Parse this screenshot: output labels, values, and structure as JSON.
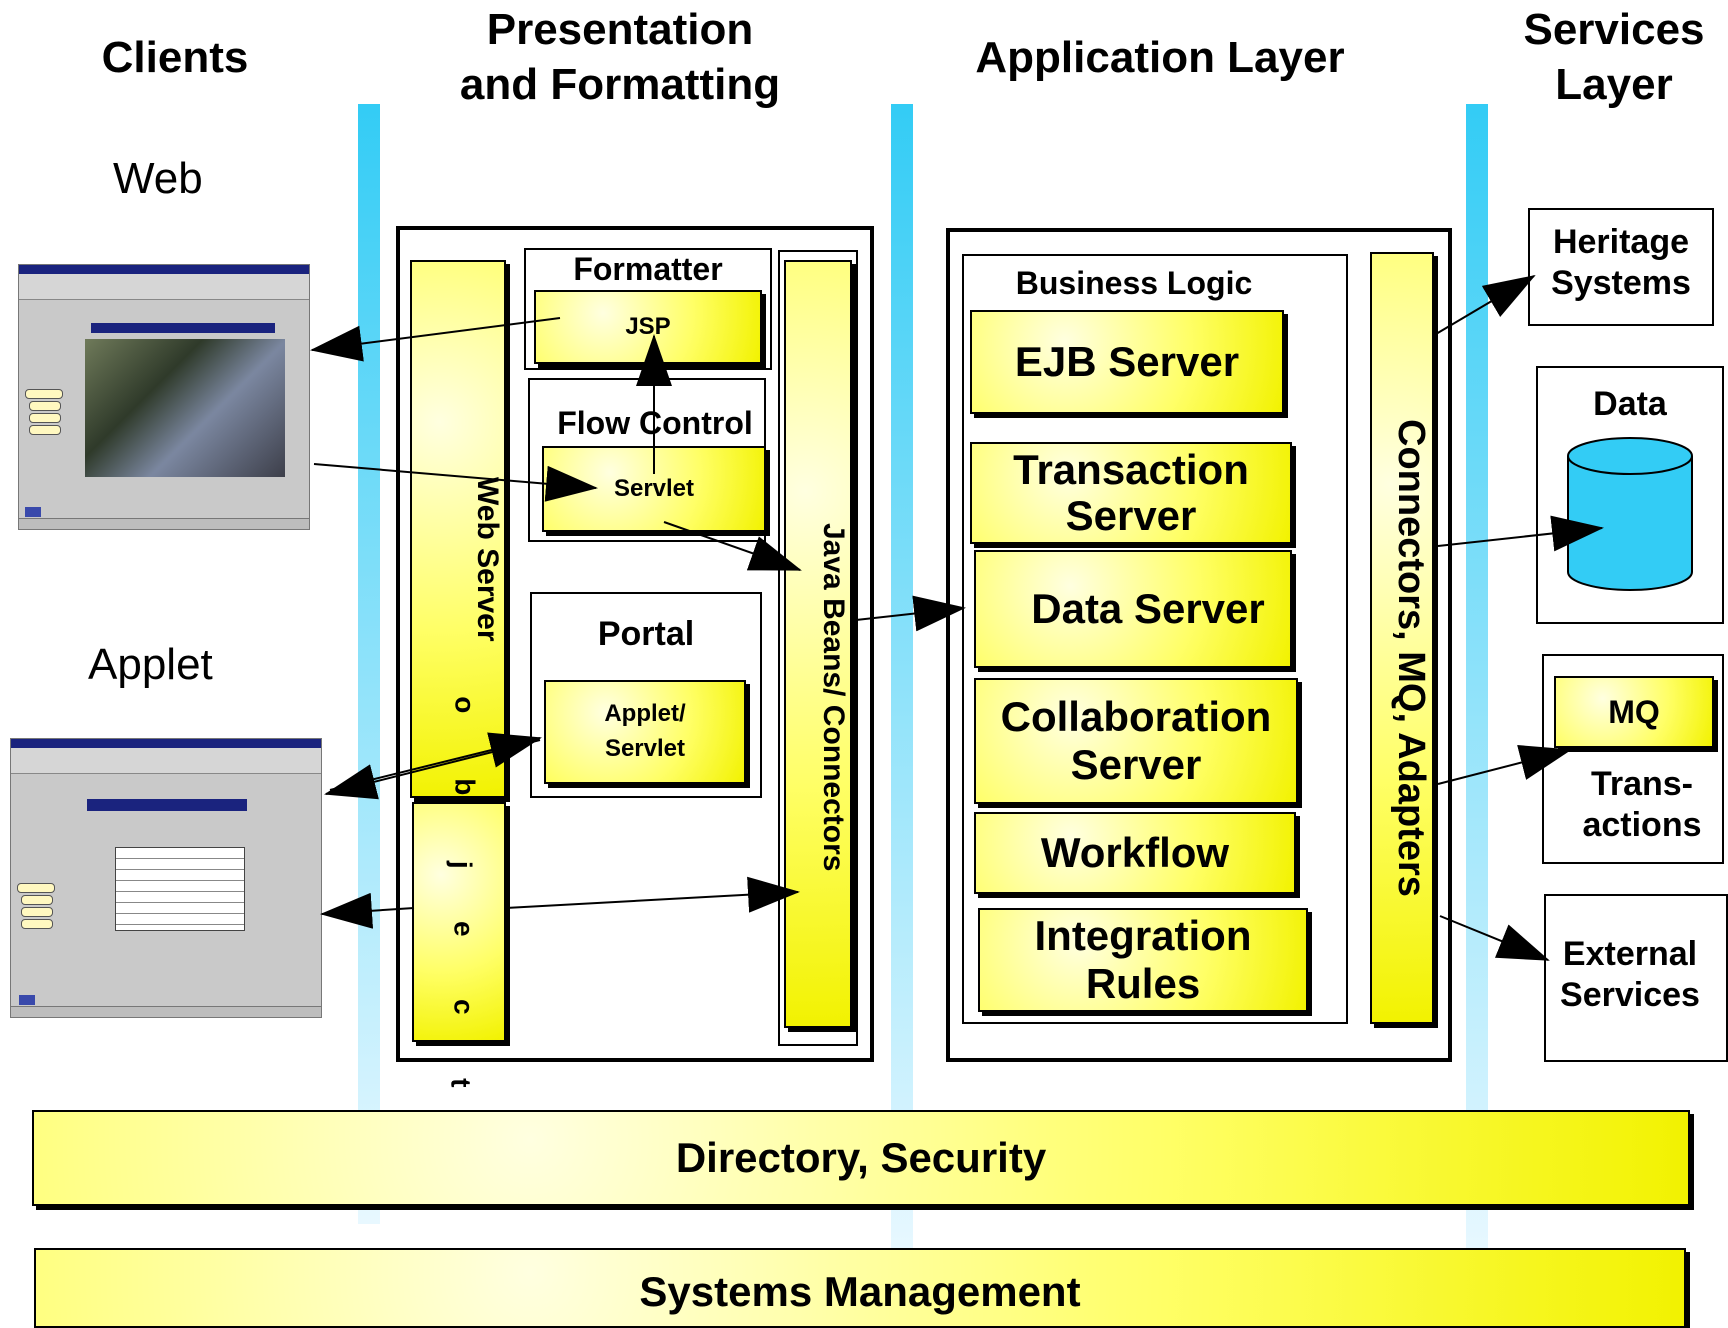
{
  "headers": {
    "clients": "Clients",
    "presentation": "Presentation\nand Formatting",
    "application": "Application Layer",
    "services": "Services\nLayer"
  },
  "client_labels": {
    "web": "Web",
    "applet": "Applet"
  },
  "presentation": {
    "web_server": "Web Server",
    "object_letters": [
      "o",
      "b",
      "j",
      "e",
      "c",
      "t"
    ],
    "formatter": "Formatter",
    "jsp": "JSP",
    "flow_control": "Flow Control",
    "servlet": "Servlet",
    "portal": "Portal",
    "applet_servlet": "Applet/\nServlet",
    "java_beans": "Java Beans/ Connectors"
  },
  "application": {
    "business_logic": "Business Logic",
    "ejb_server": "EJB Server",
    "transaction_server": "Transaction\nServer",
    "data_server": "Data Server",
    "collaboration_server": "Collaboration\nServer",
    "workflow": "Workflow",
    "integration_rules": "Integration\nRules",
    "connectors": "Connectors, MQ, Adapters"
  },
  "services": {
    "heritage": "Heritage\nSystems",
    "data": "Data",
    "mq": "MQ",
    "transactions": "Trans-\nactions",
    "external": "External\nServices"
  },
  "bottom": {
    "directory_security": "Directory, Security",
    "systems_management": "Systems Management"
  },
  "colors": {
    "box_yellow": "#ffff66",
    "band_cyan": "#33ccf5",
    "cylinder": "#33ccf5"
  }
}
